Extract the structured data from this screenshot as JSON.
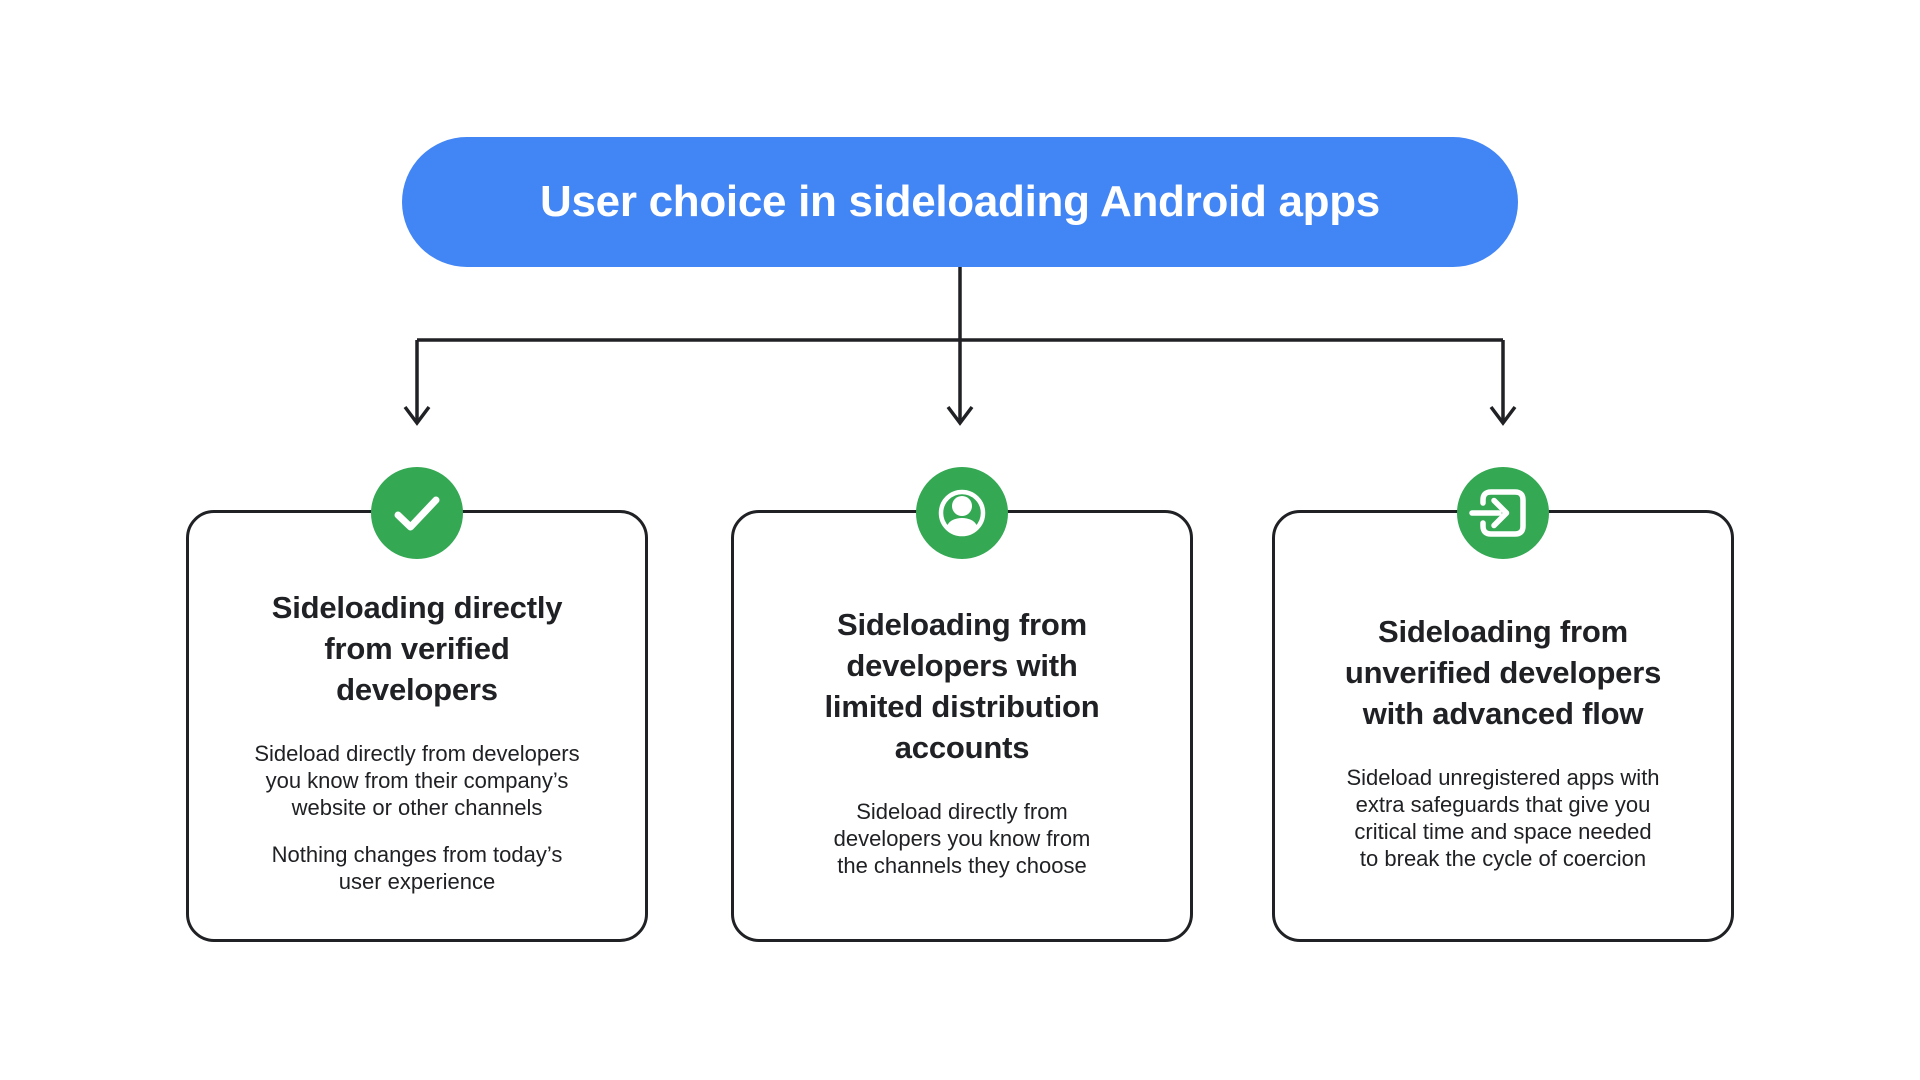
{
  "header": {
    "title": "User choice in sideloading Android apps"
  },
  "colors": {
    "blue": "#4285F4",
    "green": "#34A853",
    "ink": "#202124",
    "card_background": "#FFFFFF",
    "text_on_blue": "#FFFFFF",
    "icon_glyph": "#FFFFFF"
  },
  "cards": [
    {
      "icon": "check-icon",
      "title": "Sideloading directly\nfrom verified\ndevelopers",
      "paragraphs": [
        "Sideload directly from developers\nyou know from their company’s\nwebsite or other channels",
        "Nothing changes from today’s\nuser experience"
      ]
    },
    {
      "icon": "account-circle-icon",
      "title": "Sideloading from\ndevelopers with\nlimited distribution\naccounts",
      "paragraphs": [
        "Sideload directly from\ndevelopers you know from\nthe channels they choose"
      ]
    },
    {
      "icon": "login-arrow-icon",
      "title": "Sideloading from\nunverified developers\nwith advanced flow",
      "paragraphs": [
        "Sideload unregistered apps with\nextra safeguards that give you\ncritical time and space needed\nto break the cycle of coercion"
      ]
    }
  ]
}
